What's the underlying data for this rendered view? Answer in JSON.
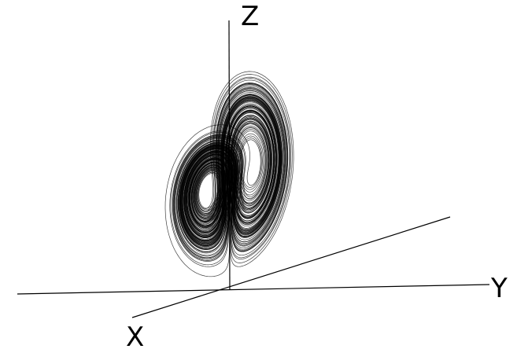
{
  "axes": {
    "z_label": "Z",
    "y_label": "Y",
    "x_label": "X"
  },
  "colors": {
    "background": "#ffffff",
    "ink": "#000000"
  }
}
